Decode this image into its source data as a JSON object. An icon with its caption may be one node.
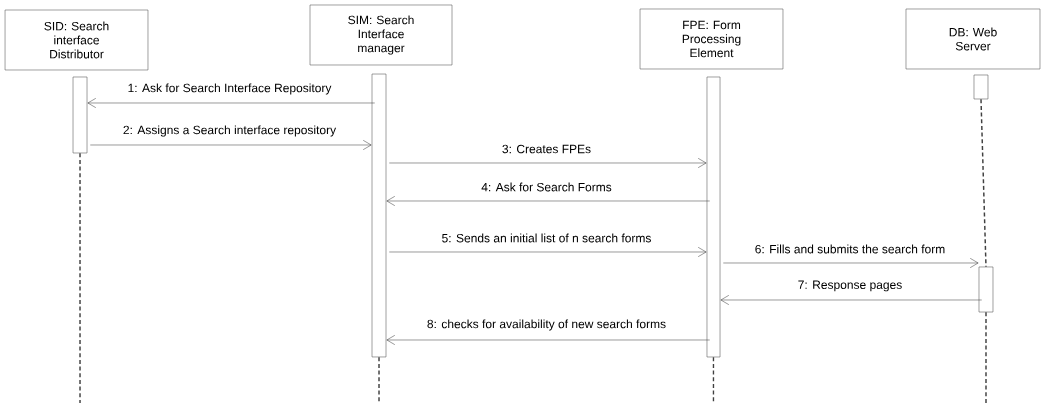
{
  "diagram": {
    "nodes": [
      {
        "text": [
          "SID: Search interface Distributor"
        ]
      },
      {
        "text": [
          "SIM: Search Interface manager"
        ]
      },
      {
        "text": [
          "FPE: Form Processing Element"
        ]
      },
      {
        "text": [
          "DB: Web Server"
        ]
      },
      {
        "text": [],
        "shape": "bar"
      },
      {
        "text": [],
        "shape": "bar"
      },
      {
        "text": [],
        "shape": "bar"
      },
      {
        "text": [],
        "shape": "bar"
      },
      {
        "text": [],
        "shape": "bar"
      }
    ],
    "edges": [
      {
        "from": 5,
        "to": 4,
        "arrow": "to",
        "label": "1: Ask for Search Interface Repository"
      },
      {
        "from": 4,
        "to": 5,
        "arrow": "to",
        "label": "2: Assigns a Search interface repository"
      },
      {
        "from": 5,
        "to": 6,
        "arrow": "to",
        "label": "3: Creates FPEs"
      },
      {
        "from": 6,
        "to": 5,
        "arrow": "to",
        "label": "4: Ask for Search Forms"
      },
      {
        "from": 5,
        "to": 6,
        "arrow": "to",
        "label": "5: Sends an initial list of n search forms"
      },
      {
        "from": 6,
        "to": 8,
        "arrow": "to",
        "label": "6: Fills and submits the search form"
      },
      {
        "from": 8,
        "to": 6,
        "arrow": "to",
        "label": "7: Response pages"
      },
      {
        "from": 6,
        "to": 5,
        "arrow": "to",
        "label": "8: checks for availability of new  search forms"
      },
      {
        "from": 7,
        "to": 8,
        "arrow": "none",
        "style": "dashed"
      },
      {
        "from": 4,
        "to": null,
        "arrow": "none",
        "style": "dashed"
      },
      {
        "from": 5,
        "to": null,
        "arrow": "none",
        "style": "dashed"
      },
      {
        "from": 6,
        "to": null,
        "arrow": "none",
        "style": "dashed"
      },
      {
        "from": 8,
        "to": null,
        "arrow": "none",
        "style": "dashed"
      }
    ]
  }
}
